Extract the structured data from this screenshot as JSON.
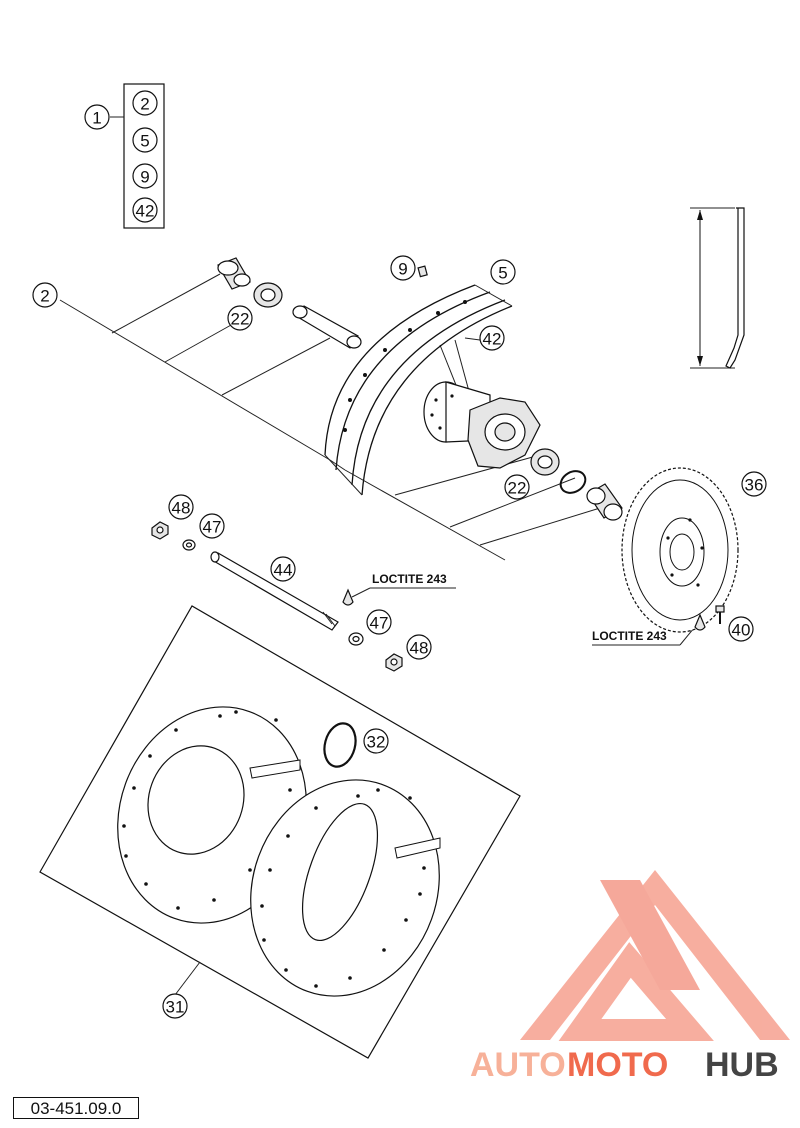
{
  "diagram_number": "03-451.09.0",
  "loctite_label": "LOCTITE 243",
  "kit_callout": "1",
  "kit_items": [
    "2",
    "5",
    "9",
    "42"
  ],
  "callouts": {
    "axle_spacer_left": "2",
    "bearing_left": "22",
    "valve": "9",
    "rim": "5",
    "spokes": "42",
    "bearing_right": "22",
    "brake_disc": "36",
    "nut_left": "48",
    "washer_left": "47",
    "axle": "44",
    "washer_right": "47",
    "nut_right": "48",
    "disc_screw": "40",
    "circlip": "32",
    "rim_tape": "31"
  },
  "watermark": {
    "auto": "AUTO",
    "moto": "MOTO",
    "hub": "HUB",
    "color_light": "#f7b199",
    "color_mid": "#f06a4d",
    "color_dark": "#444444"
  }
}
